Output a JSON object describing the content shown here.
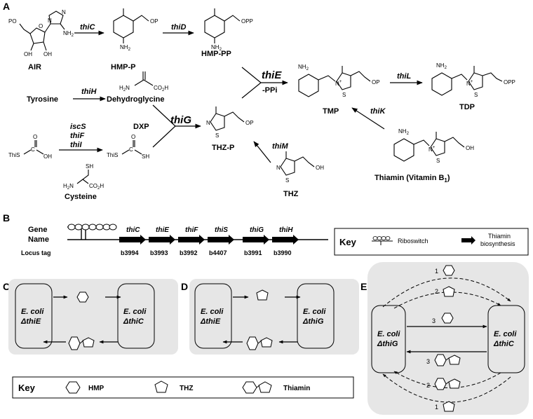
{
  "panels": {
    "a": "A",
    "b": "B",
    "c": "C",
    "d": "D",
    "e": "E"
  },
  "pathway": {
    "compounds": {
      "air": "AIR",
      "hmp_p": "HMP-P",
      "hmp_pp": "HMP-PP",
      "tmp": "TMP",
      "tdp": "TDP",
      "tyrosine": "Tyrosine",
      "dehydroglycine": "Dehydroglycine",
      "dxp": "DXP",
      "thz_p": "THZ-P",
      "thz": "THZ",
      "cysteine": "Cysteine",
      "thiamin": "Thiamin (Vitamin B",
      "thiamin_sub": "1",
      "thiamin_close": ")"
    },
    "enzymes": {
      "thiC": "thiC",
      "thiD": "thiD",
      "thiE": "thiE",
      "ppi": "-PPi",
      "thiL": "thiL",
      "thiK": "thiK",
      "thiH": "thiH",
      "thiG": "thiG",
      "thiM": "thiM",
      "iscS": "iscS",
      "thiF": "thiF",
      "thiI": "thiI"
    },
    "atoms": {
      "po": "PO",
      "op": "OP",
      "opp": "OPP",
      "oh": "OH",
      "nh2": "NH",
      "nh2_sub": "2",
      "h2n": "H",
      "h2n_sub": "2",
      "h2n_n": "N",
      "co2h": "CO",
      "co2h_sub": "2",
      "co2h_h": "H",
      "n": "N",
      "n_plus": "N",
      "plus": "+",
      "s": "S",
      "o": "O",
      "sh": "SH",
      "this": "ThiS",
      "c": "C"
    }
  },
  "operon": {
    "gene_label_1": "Gene",
    "gene_label_2": "Name",
    "locus_label": "Locus tag",
    "genes": [
      {
        "name": "thiC",
        "tag": "b3994"
      },
      {
        "name": "thiE",
        "tag": "b3993"
      },
      {
        "name": "thiF",
        "tag": "b3992"
      },
      {
        "name": "thiS",
        "tag": "b4407"
      },
      {
        "name": "thiG",
        "tag": "b3991"
      },
      {
        "name": "thiH",
        "tag": "b3990"
      }
    ],
    "key": {
      "title": "Key",
      "riboswitch": "Riboswitch",
      "biosynthesis_1": "Thiamin",
      "biosynthesis_2": "biosynthesis"
    }
  },
  "coculture": {
    "ecoli": "E. coli",
    "c_left": "ΔthiE",
    "c_right": "ΔthiC",
    "d_left": "ΔthiE",
    "d_right": "ΔthiG",
    "e_left": "ΔthiG",
    "e_right": "ΔthiC",
    "e_numbers": [
      "1",
      "2",
      "3",
      "3",
      "2",
      "1"
    ],
    "key": {
      "title": "Key",
      "hmp": "HMP",
      "thz": "THZ",
      "thiamin": "Thiamin"
    }
  }
}
